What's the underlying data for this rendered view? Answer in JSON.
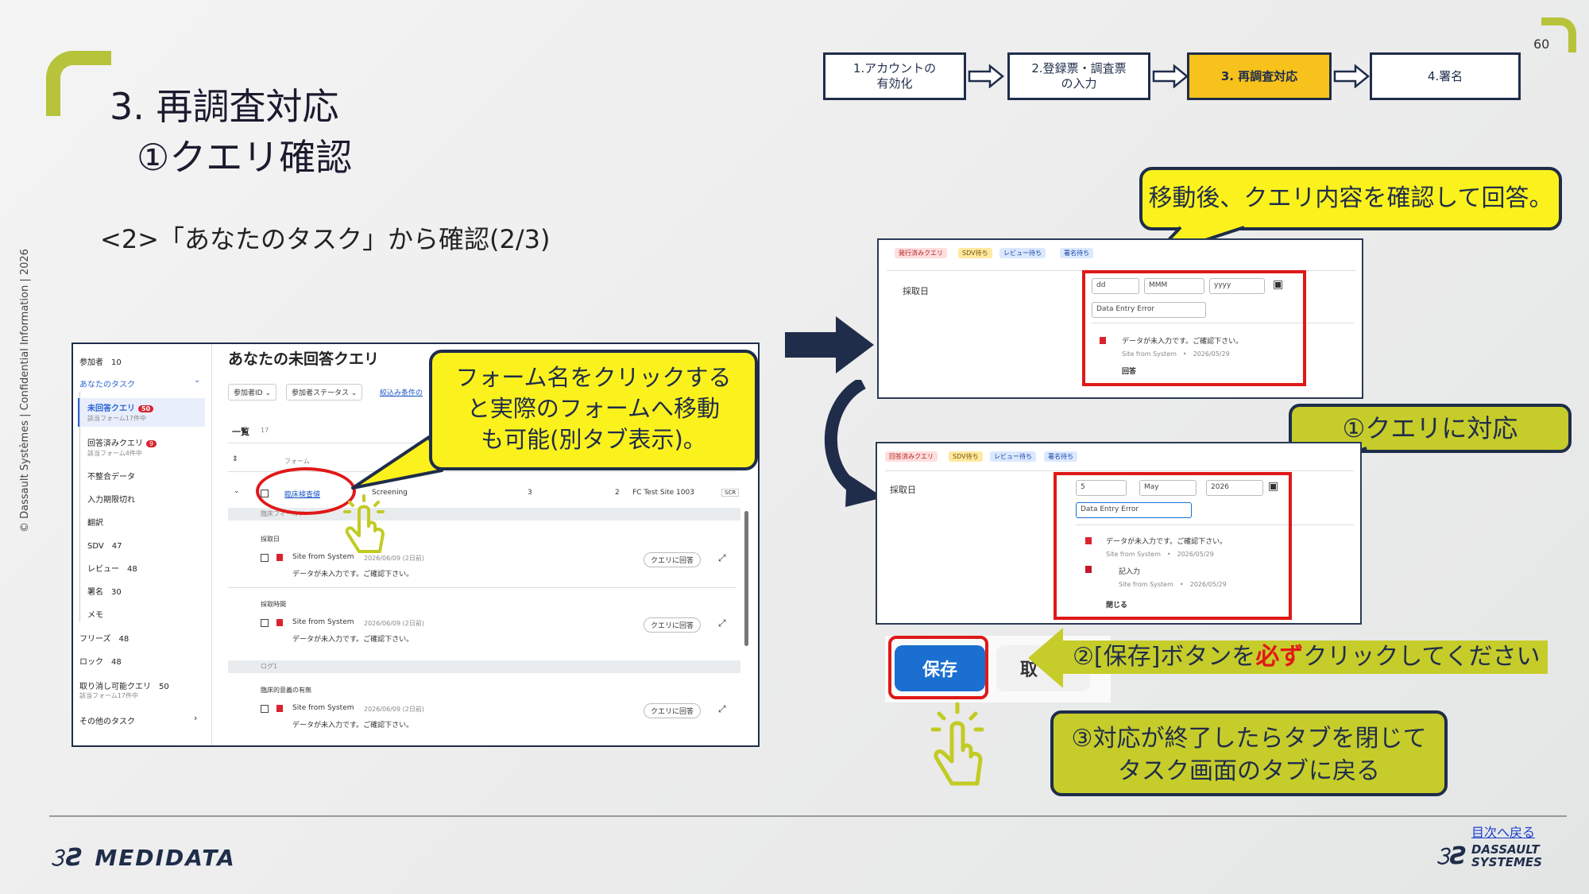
{
  "page": {
    "number": "60"
  },
  "title": {
    "line1": "3. 再調査対応",
    "line2": "①クエリ確認"
  },
  "subtitle": "<2>「あなたのタスク」から確認(2/3)",
  "confidential": "© Dassault Systèmes | Confidential Information | 2026",
  "steps": [
    {
      "label": "1.アカウントの\n有効化"
    },
    {
      "label": "2.登録票・調査票\nの入力"
    },
    {
      "label": "3. 再調査対応"
    },
    {
      "label": "4.署名"
    }
  ],
  "left_screen": {
    "sidebar": {
      "participants": "参加者　10",
      "your_tasks": "あなたのタスク",
      "unanswered": "未回答クエリ",
      "unanswered_badge": "50",
      "unanswered_sub": "該当フォーム17件中",
      "answered": "回答済みクエリ",
      "answered_badge": "9",
      "answered_sub": "該当フォーム4件中",
      "items": [
        "不整合データ",
        "入力期限切れ",
        "翻訳",
        "SDV　47",
        "レビュー　48",
        "署名　30",
        "メモ"
      ],
      "freeze": "フリーズ　48",
      "lock": "ロック　48",
      "cancellable": "取り消し可能クエリ　50",
      "cancellable_sub": "該当フォーム17件中",
      "other": "その他のタスク"
    },
    "main_title": "あなたの未回答クエリ",
    "filters": [
      "参加者ID ⌄",
      "参加者ステータス ⌄",
      "絞込み条件の"
    ],
    "list_label": "一覧",
    "list_count": "17",
    "col_form": "フォーム",
    "form_link": "臨床検査値",
    "row": {
      "visit": "Screening",
      "n1": "3",
      "n2": "2",
      "site": "FC Test Site 1003",
      "chip": "SCR"
    },
    "section1": "臨床フィールド",
    "entries": [
      {
        "field": "採取日",
        "who": "Site from System",
        "date": "2026/06/09 (2日前)",
        "msg": "データが未入力です。ご確認下さい。",
        "btn": "クエリに回答"
      },
      {
        "field": "採取時間",
        "who": "Site from System",
        "date": "2026/06/09 (2日前)",
        "msg": "データが未入力です。ご確認下さい。",
        "btn": "クエリに回答"
      },
      {
        "field": "臨床的意義の有無",
        "who": "Site from System",
        "date": "2026/06/09 (2日前)",
        "msg": "データが未入力です。ご確認下さい。",
        "btn": "クエリに回答"
      }
    ],
    "section2": "ログ1"
  },
  "callouts": {
    "form_click": "フォーム名をクリックする\nと実際のフォームへ移動\nも可能(別タブ表示)。",
    "after_move": "移動後、クエリ内容を確認して回答。",
    "handle_query": "①クエリに対応",
    "save_pre": "②[保存]ボタンを",
    "save_must": "必ず",
    "save_post": "クリックしてください",
    "close_tab": "③対応が終了したらタブを閉じて\nタスク画面のタブに戻る"
  },
  "right_top": {
    "tags": [
      "発行済みクエリ",
      "SDV待ち",
      "レビュー待ち",
      "署名待ち"
    ],
    "field": "採取日",
    "dd": "dd",
    "mmm": "MMM",
    "yyyy": "yyyy",
    "reason": "Data Entry Error",
    "msg": "データが未入力です。ご確認下さい。",
    "meta": "Site from System　•　2026/05/29",
    "answer": "回答"
  },
  "right_bottom": {
    "tags": [
      "回答済みクエリ",
      "SDV待ち",
      "レビュー待ち",
      "署名待ち"
    ],
    "field": "採取日",
    "day": "5",
    "month": "May",
    "year": "2026",
    "reason": "Data Entry Error",
    "msg": "データが未入力です。ご確認下さい。",
    "meta": "Site from System　•　2026/05/29",
    "reply": "記入力",
    "reply_meta": "Site from System　•　2026/05/29",
    "close": "閉じる"
  },
  "buttons": {
    "save": "保存",
    "cancel": "取"
  },
  "footer": {
    "back": "目次へ戻る",
    "medidata": "MEDIDATA",
    "dassault1": "DASSAULT",
    "dassault2": "SYSTEMES"
  },
  "colors": {
    "accent_yellow": "#fbf21d",
    "olive": "#c6cc2a",
    "navy": "#1f2d4a",
    "red": "#e01818",
    "blue": "#1a6fd1",
    "step_active": "#f7c21c"
  }
}
